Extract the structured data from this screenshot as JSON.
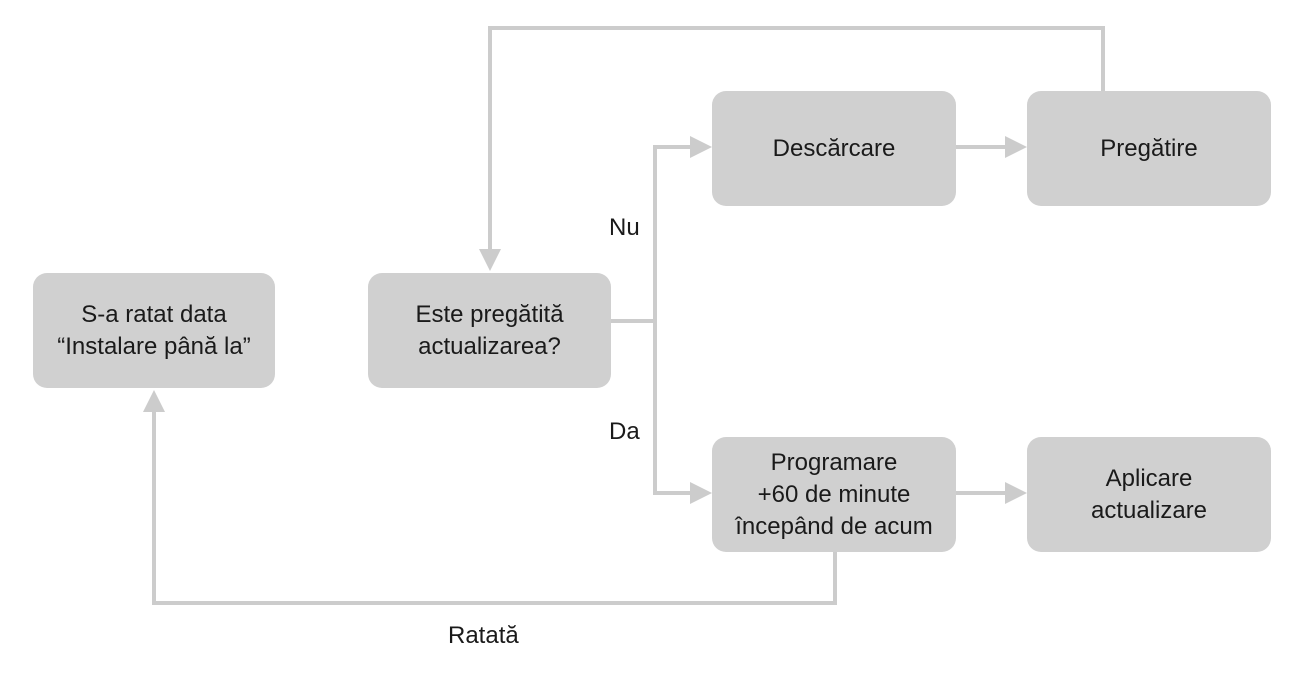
{
  "nodes": {
    "missed_date": {
      "lines": [
        "S-a ratat data",
        "“Instalare până la”"
      ]
    },
    "is_ready": {
      "lines": [
        "Este pregătită",
        "actualizarea?"
      ]
    },
    "download": {
      "lines": [
        "Descărcare"
      ]
    },
    "prepare": {
      "lines": [
        "Pregătire"
      ]
    },
    "schedule": {
      "lines": [
        "Programare",
        "+60 de minute",
        "începând de acum"
      ]
    },
    "apply": {
      "lines": [
        "Aplicare",
        "actualizare"
      ]
    }
  },
  "edge_labels": {
    "no": "Nu",
    "yes": "Da",
    "missed": "Ratată"
  },
  "colors": {
    "node_fill": "#d0d0d0",
    "connector": "#cccccc",
    "text": "#1a1a1a",
    "background": "#ffffff"
  }
}
